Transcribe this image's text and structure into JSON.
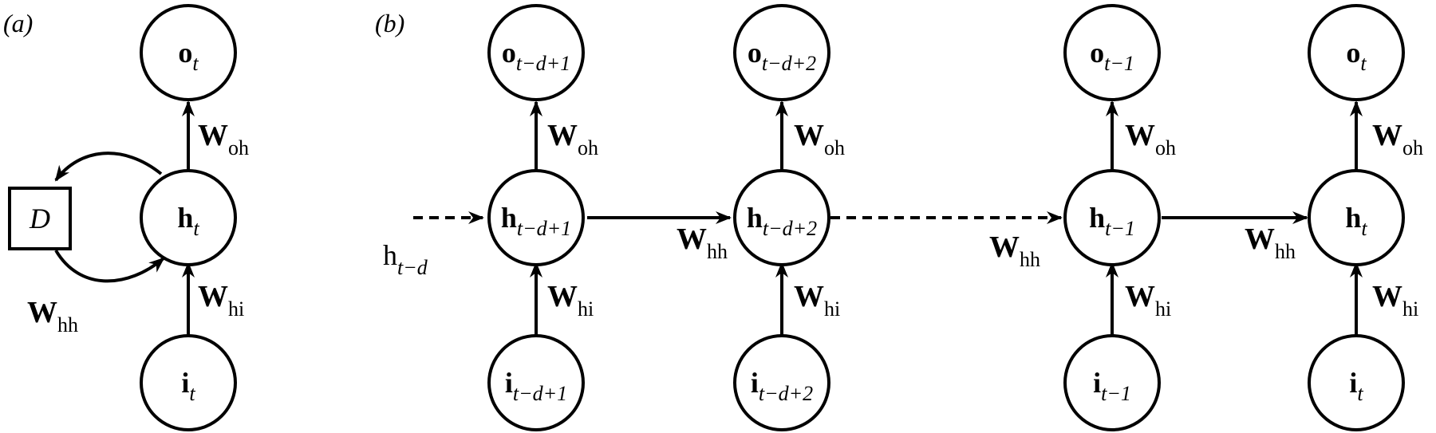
{
  "panel_a": {
    "label": "(a)",
    "output": {
      "symbol": "o",
      "subscript": "t"
    },
    "hidden": {
      "symbol": "h",
      "subscript": "t"
    },
    "input": {
      "symbol": "i",
      "subscript": "t"
    },
    "delay": "D",
    "w_oh": {
      "symbol": "W",
      "subscript": "oh"
    },
    "w_hi": {
      "symbol": "W",
      "subscript": "hi"
    },
    "w_hh": {
      "symbol": "W",
      "subscript": "hh"
    }
  },
  "panel_b": {
    "label": "(b)",
    "incoming": {
      "symbol": "h",
      "subscript": "t−d"
    },
    "columns": [
      {
        "output": {
          "symbol": "o",
          "subscript": "t−d+1"
        },
        "hidden": {
          "symbol": "h",
          "subscript": "t−d+1"
        },
        "input": {
          "symbol": "i",
          "subscript": "t−d+1"
        },
        "w_oh": {
          "symbol": "W",
          "subscript": "oh"
        },
        "w_hi": {
          "symbol": "W",
          "subscript": "hi"
        }
      },
      {
        "output": {
          "symbol": "o",
          "subscript": "t−d+2"
        },
        "hidden": {
          "symbol": "h",
          "subscript": "t−d+2"
        },
        "input": {
          "symbol": "i",
          "subscript": "t−d+2"
        },
        "w_oh": {
          "symbol": "W",
          "subscript": "oh"
        },
        "w_hi": {
          "symbol": "W",
          "subscript": "hi"
        }
      },
      {
        "output": {
          "symbol": "o",
          "subscript": "t−1"
        },
        "hidden": {
          "symbol": "h",
          "subscript": "t−1"
        },
        "input": {
          "symbol": "i",
          "subscript": "t−1"
        },
        "w_oh": {
          "symbol": "W",
          "subscript": "oh"
        },
        "w_hi": {
          "symbol": "W",
          "subscript": "hi"
        }
      },
      {
        "output": {
          "symbol": "o",
          "subscript": "t"
        },
        "hidden": {
          "symbol": "h",
          "subscript": "t"
        },
        "input": {
          "symbol": "i",
          "subscript": "t"
        },
        "w_oh": {
          "symbol": "W",
          "subscript": "oh"
        },
        "w_hi": {
          "symbol": "W",
          "subscript": "hi"
        }
      }
    ],
    "w_hh_labels": [
      {
        "symbol": "W",
        "subscript": "hh"
      },
      {
        "symbol": "W",
        "subscript": "hh"
      },
      {
        "symbol": "W",
        "subscript": "hh"
      }
    ]
  }
}
